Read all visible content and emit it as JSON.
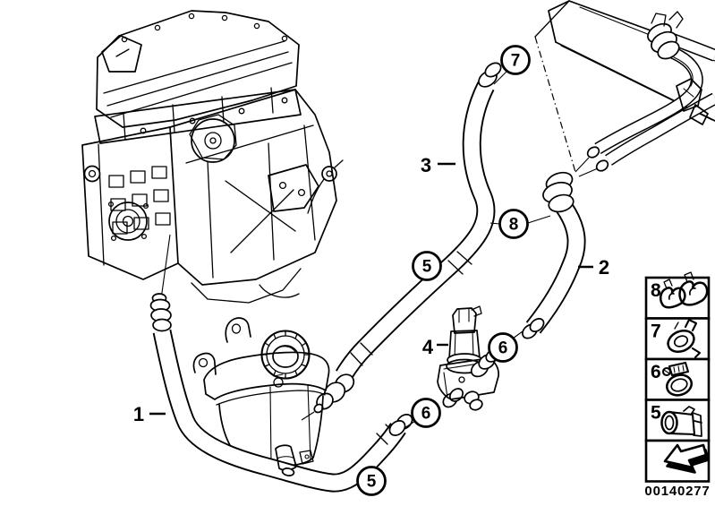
{
  "image_number": "00140277",
  "colors": {
    "line": "#000000",
    "background": "#ffffff"
  },
  "callouts": [
    {
      "number": "7"
    },
    {
      "number": "8"
    },
    {
      "number": "5"
    },
    {
      "number": "6"
    },
    {
      "number": "6"
    },
    {
      "number": "5"
    }
  ],
  "part_labels": [
    {
      "text": "1"
    },
    {
      "text": "2"
    },
    {
      "text": "3"
    },
    {
      "text": "4"
    }
  ],
  "legend": {
    "items": [
      {
        "number": "8",
        "icon": "spring-clamp-pair-icon"
      },
      {
        "number": "7",
        "icon": "spring-clamp-icon"
      },
      {
        "number": "6",
        "icon": "screw-type-hose-clamp-icon"
      },
      {
        "number": "5",
        "icon": "hose-holder-clip-icon"
      },
      {
        "number": "",
        "icon": "direction-arrow-icon"
      }
    ]
  }
}
